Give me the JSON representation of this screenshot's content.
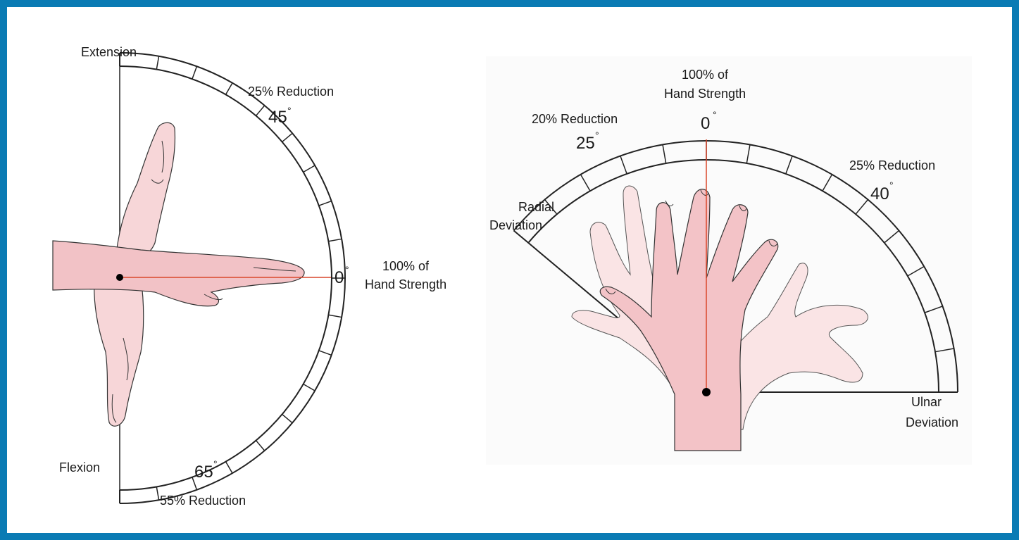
{
  "colors": {
    "frame": "#0a7bb4",
    "ref_line": "#d9472b",
    "hand_fill": "#f4c9cc",
    "hand_fill_light": "#f9e2e3",
    "outline": "#222222"
  },
  "left_diagram": {
    "extension_label": "Extension",
    "flexion_label": "Flexion",
    "ext_reduction": "25% Reduction",
    "ext_angle": "45",
    "neutral_angle": "0",
    "neutral_line1": "100% of",
    "neutral_line2": "Hand Strength",
    "flex_angle": "65",
    "flex_reduction": "55% Reduction",
    "degree_symbol": "°"
  },
  "right_diagram": {
    "top_line1": "100% of",
    "top_line2": "Hand Strength",
    "neutral_angle": "0",
    "radial_reduction": "20% Reduction",
    "radial_angle": "25",
    "ulnar_reduction": "25% Reduction",
    "ulnar_angle": "40",
    "radial_label_1": "Radial",
    "radial_label_2": "Deviation",
    "ulnar_label_1": "Ulnar",
    "ulnar_label_2": "Deviation",
    "degree_symbol": "°"
  }
}
